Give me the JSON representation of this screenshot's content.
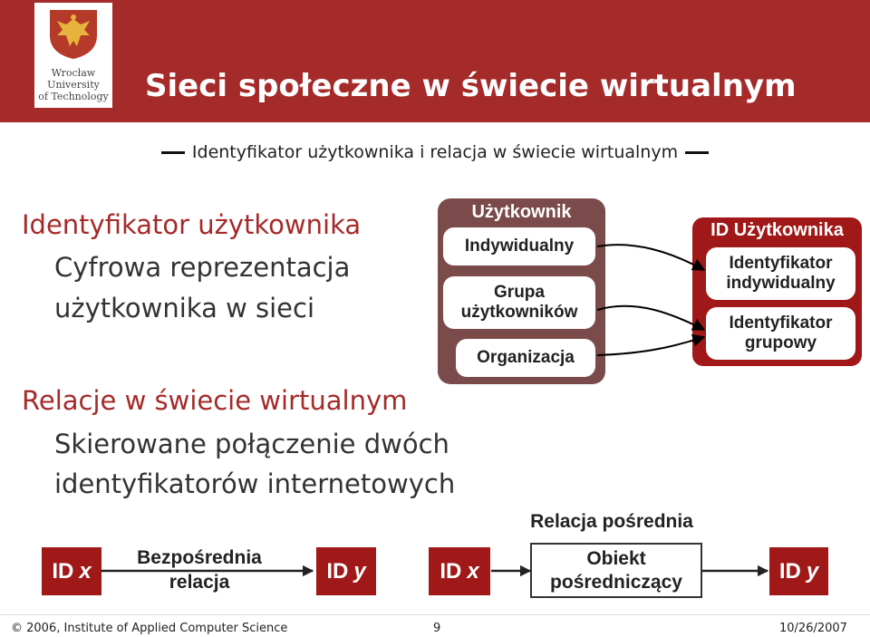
{
  "header": {
    "title": "Sieci społeczne w świecie wirtualnym",
    "logo": {
      "line1": "Wrocław",
      "line2": "University",
      "line3": "of Technology"
    },
    "bg_color": "#a52a2a"
  },
  "subtitle": "Identyfikator użytkownika i relacja w świecie wirtualnym",
  "section1": {
    "heading": "Identyfikator użytkownika",
    "line1": "Cyfrowa reprezentacja",
    "line2": "użytkownika w sieci"
  },
  "section2": {
    "heading": "Relacje w świecie wirtualnym",
    "line1": "Skierowane połączenie dwóch",
    "line2": "identyfikatorów internetowych"
  },
  "user_panel": {
    "title": "Użytkownik",
    "items": [
      "Indywidualny",
      "Grupa użytkowników",
      "Organizacja"
    ]
  },
  "id_panel": {
    "title": "ID Użytkownika",
    "items": [
      "Identyfikator indywidualny",
      "Identyfikator grupowy"
    ]
  },
  "direct_relation": {
    "left_id": "ID",
    "left_var": "x",
    "label": "Bezpośrednia relacja",
    "right_id": "ID",
    "right_var": "y"
  },
  "indirect_relation": {
    "title": "Relacja pośrednia",
    "left_id": "ID",
    "left_var": "x",
    "middle": "Obiekt pośredniczący",
    "right_id": "ID",
    "right_var": "y"
  },
  "footer": {
    "copyright": "© 2006, Institute of Applied Computer Science",
    "page": "9",
    "date": "10/26/2007"
  }
}
